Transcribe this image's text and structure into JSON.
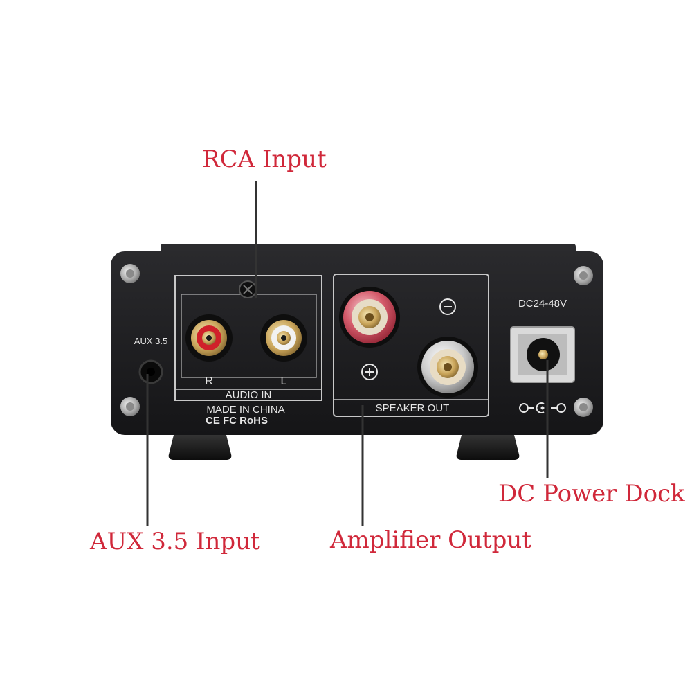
{
  "callouts": {
    "rca_input": "RCA Input",
    "aux_input": "AUX 3.5 Input",
    "amplifier_output": "Amplifier Output",
    "dc_power_dock": "DC Power Dock"
  },
  "panel": {
    "aux_label": "AUX 3.5",
    "rca_right": "R",
    "rca_left": "L",
    "audio_in": "AUDIO IN",
    "made_in": "MADE IN CHINA",
    "certs": "CE FC RoHS",
    "speaker_out": "SPEAKER OUT",
    "minus": "−",
    "plus": "+",
    "dc_label": "DC24-48V"
  },
  "colors": {
    "callout_text": "#d0283a",
    "panel": "#1b1b1d",
    "rca_right_ring": "#d0202a",
    "rca_left_ring": "#f2f2f2",
    "binding_post_red": "#c8374a"
  }
}
